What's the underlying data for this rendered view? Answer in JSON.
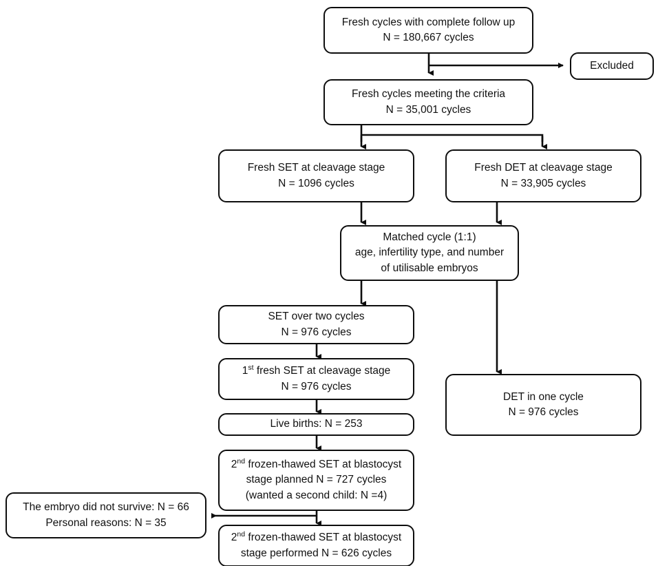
{
  "diagram": {
    "title": "IVF fresh SET vs DET cycle selection flowchart",
    "type": "flowchart",
    "stroke_color": "#0d0d0d",
    "text_color": "#111111",
    "background": "#ffffff"
  },
  "nodes": {
    "fresh_complete": {
      "line1": "Fresh cycles with complete follow up",
      "line2": "N = 180,667 cycles"
    },
    "excluded": {
      "line1": "Excluded"
    },
    "fresh_criteria": {
      "line1": "Fresh cycles meeting the criteria",
      "line2": "N = 35,001 cycles"
    },
    "fresh_set_cleavage": {
      "line1": "Fresh SET at cleavage stage",
      "line2": "N = 1096 cycles"
    },
    "fresh_det_cleavage": {
      "line1": "Fresh DET at cleavage stage",
      "line2": "N = 33,905 cycles"
    },
    "matched_cycle": {
      "line1": "Matched cycle (1:1)",
      "line2": "age, infertility type, and number",
      "line3": "of utilisable embryos"
    },
    "set_two_cycles": {
      "line1": "SET over two cycles",
      "line2": "N = 976 cycles"
    },
    "first_fresh_set": {
      "prefix": "1",
      "sup": "st",
      "rest": " fresh SET at cleavage stage",
      "line2": "N = 976 cycles"
    },
    "live_births": {
      "line1": "Live births: N = 253"
    },
    "second_set_planned": {
      "prefix": "2",
      "sup": "nd",
      "rest": " frozen-thawed SET at blastocyst",
      "line2": "stage planned N = 727 cycles",
      "line3": "(wanted a second child: N =4)"
    },
    "second_set_performed": {
      "prefix": "2",
      "sup": "nd",
      "rest": " frozen-thawed SET at blastocyst",
      "line2": "stage performed N = 626 cycles"
    },
    "dropout_reasons": {
      "line1": "The embryo did not survive: N = 66",
      "line2": "Personal reasons: N = 35"
    },
    "det_one_cycle": {
      "line1": "DET in one cycle",
      "line2": "N = 976 cycles"
    }
  }
}
